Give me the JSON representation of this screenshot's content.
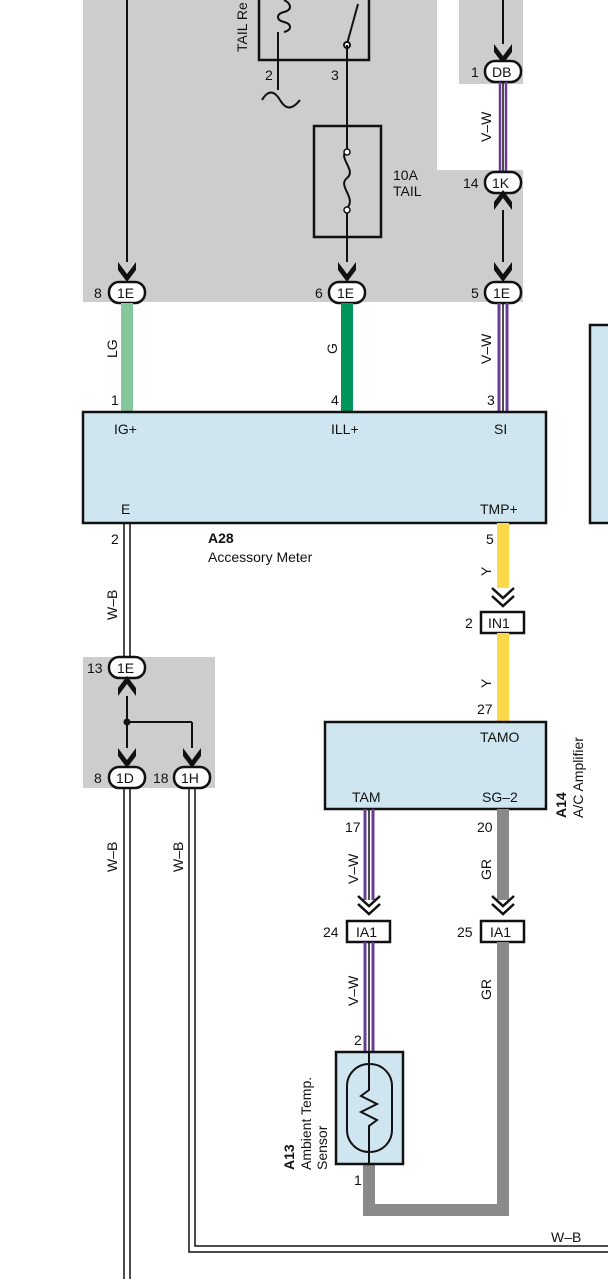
{
  "relay": {
    "label": "TAIL Re",
    "pins": [
      "2",
      "3"
    ]
  },
  "fuse": {
    "amp": "10A",
    "name": "TAIL"
  },
  "connectors": {
    "c1DB": {
      "pin": "1",
      "name": "DB"
    },
    "c1K": {
      "pin": "14",
      "name": "1K"
    },
    "c1E_8": {
      "pin": "8",
      "name": "1E"
    },
    "c1E_6": {
      "pin": "6",
      "name": "1E"
    },
    "c1E_5": {
      "pin": "5",
      "name": "1E"
    },
    "c1E_13": {
      "pin": "13",
      "name": "1E"
    },
    "c1D": {
      "pin": "8",
      "name": "1D"
    },
    "c1H": {
      "pin": "18",
      "name": "1H"
    },
    "IN1": {
      "pin": "2",
      "name": "IN1"
    },
    "IA1_24": {
      "pin": "24",
      "name": "IA1"
    },
    "IA1_25": {
      "pin": "25",
      "name": "IA1"
    }
  },
  "wires": {
    "lg": "LG",
    "g": "G",
    "vw_upper": "V–W",
    "vw_mid": "V–W",
    "wb_1": "W–B",
    "wb_2": "W–B",
    "wb_3": "W–B",
    "wb_bottom": "W–B",
    "y_1": "Y",
    "y_2": "Y",
    "vw_3": "V–W",
    "vw_4": "V–W",
    "gr_1": "GR",
    "gr_2": "GR"
  },
  "colors": {
    "lg": "#86c79e",
    "g": "#00965a",
    "vw": "#6a3c96",
    "y": "#f9d84a",
    "gr": "#8a8a8a",
    "wb": "#ffffff",
    "block": "#cfe6f0",
    "shade": "#cdcdcd"
  },
  "meter": {
    "code": "A28",
    "name": "Accessory Meter",
    "pins": {
      "ig": "IG+",
      "ill": "ILL+",
      "si": "SI",
      "e": "E",
      "tmp": "TMP+"
    },
    "pin_nums": {
      "ig": "1",
      "ill": "4",
      "si": "3",
      "e": "2",
      "tmp": "5"
    }
  },
  "amplifier": {
    "code": "A14",
    "name": "A/C Amplifier",
    "pins": {
      "tamo": "TAMO",
      "tam": "TAM",
      "sg": "SG–2"
    },
    "pin_nums": {
      "tamo": "27",
      "tam": "17",
      "sg": "20"
    }
  },
  "sensor": {
    "code": "A13",
    "name_line1": "Ambient Temp.",
    "name_line2": "Sensor",
    "pin_nums": {
      "top": "2",
      "bottom": "1"
    }
  }
}
